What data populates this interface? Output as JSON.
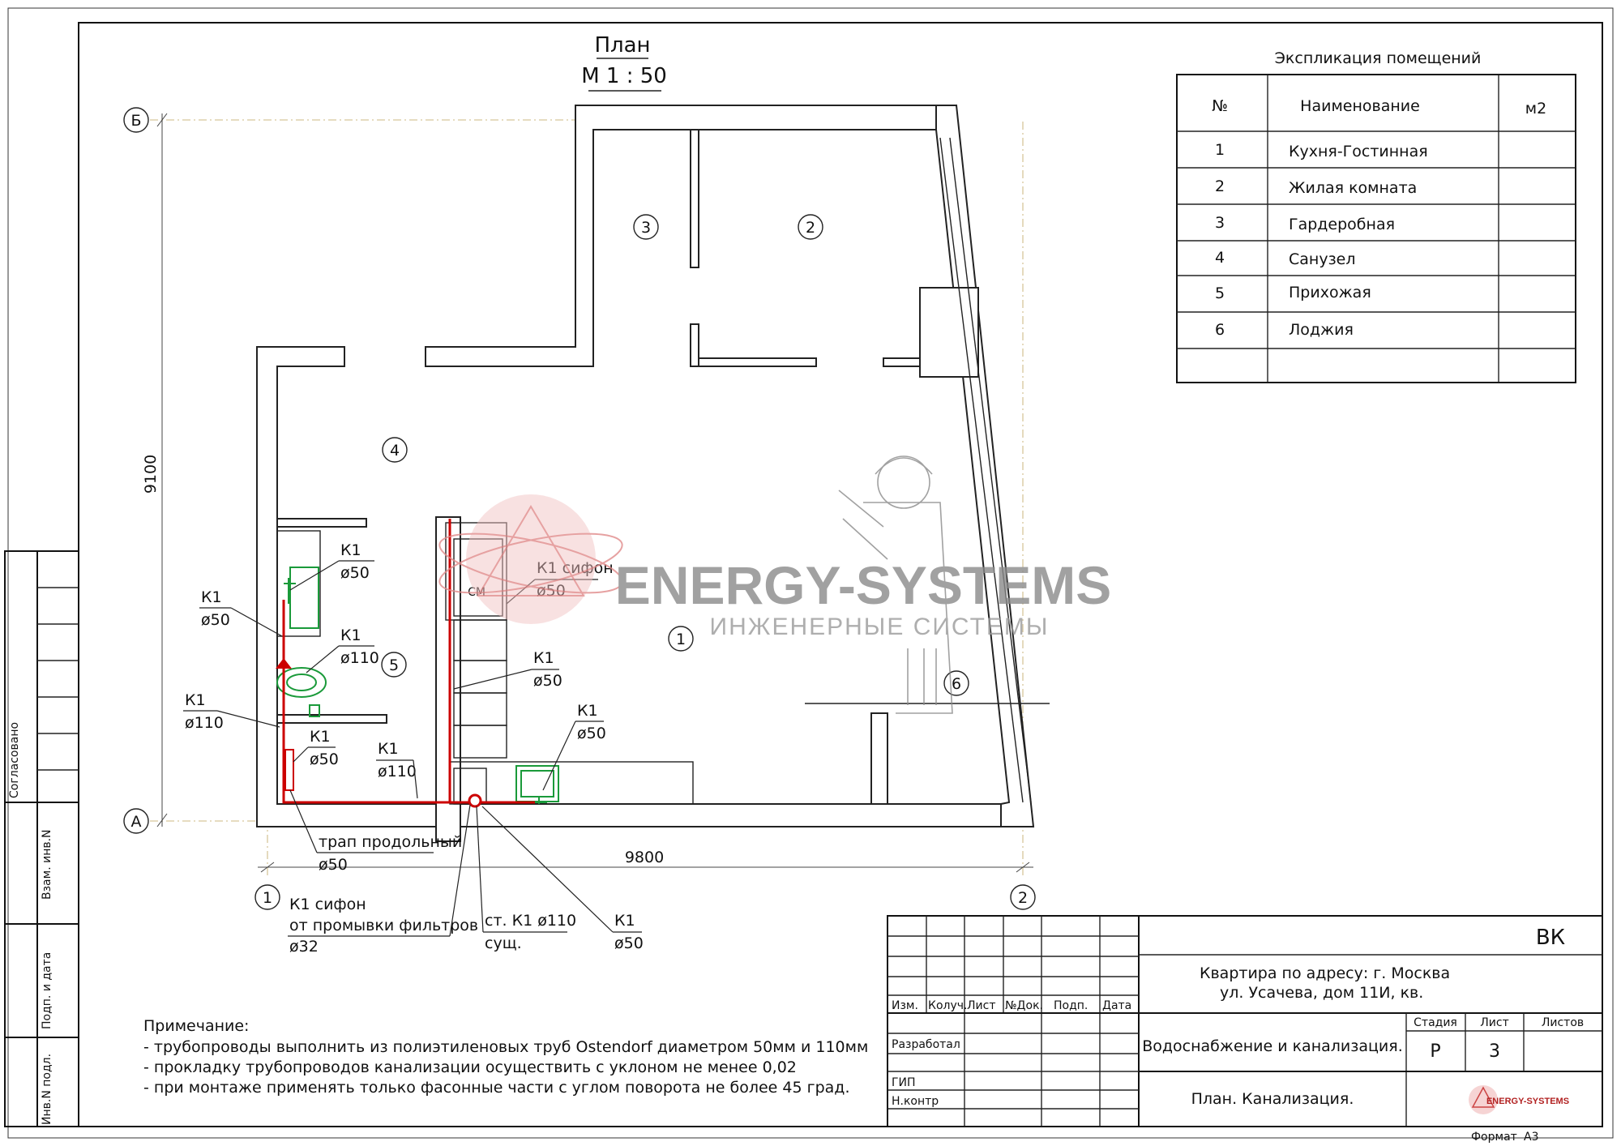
{
  "plan_title": {
    "line1": "План",
    "line2": "М 1 : 50"
  },
  "axes": {
    "a": "А",
    "b": "Б",
    "one": "1",
    "two": "2"
  },
  "dimensions": {
    "width": "9800",
    "height": "9100"
  },
  "rooms": [
    {
      "number": "1",
      "name": "Кухня-Гостинная"
    },
    {
      "number": "2",
      "name": "Жилая комната"
    },
    {
      "number": "3",
      "name": "Гардеробная"
    },
    {
      "number": "4",
      "name": "Санузел"
    },
    {
      "number": "5",
      "name": "Прихожая"
    },
    {
      "number": "6",
      "name": "Лоджия"
    }
  ],
  "explication": {
    "title": "Экспликация помещений",
    "col_no": "№",
    "col_name": "Наименование",
    "col_area": "м2"
  },
  "pipe_labels": {
    "k1": "К1",
    "d50": "ø50",
    "d110": "ø110",
    "d32": "ø32",
    "k1_siphon": "К1 сифон",
    "cm": "СМ",
    "trap_line1": "трап продольный",
    "siphon_filters_line1": "К1  сифон",
    "siphon_filters_line2": "от промывки фильтров",
    "riser_line1": "ст. К1  ø110",
    "riser_line2": "сущ."
  },
  "notes": {
    "heading": "Примечание:",
    "items": [
      "- трубопроводы выполнить из полиэтиленовых труб Ostendorf диаметром 50мм и 110мм",
      "- прокладку трубопроводов канализации осуществить с уклоном не менее 0,02",
      "- при монтаже применять только фасонные части с углом поворота не более 45 град."
    ]
  },
  "watermark": {
    "brand": "ENERGY-SYSTEMS",
    "subtitle": "ИНЖЕНЕРНЫЕ СИСТЕМЫ"
  },
  "stamp": {
    "code": "ВК",
    "address_line1": "Квартира по адресу:  г. Москва",
    "address_line2": "ул. Усачева, дом 11И, кв.",
    "col_izm": "Изм.",
    "col_koluch": "Колуч.",
    "col_list": "Лист",
    "col_ndok": "№Док.",
    "col_podp": "Подп.",
    "col_data": "Дата",
    "row_razrabotal": "Разработал",
    "row_gip": "ГИП",
    "row_nkontr": "Н.контр",
    "project_title": "Водоснабжение и канализация.",
    "sheet_title": "План. Канализация.",
    "stadia_label": "Стадия",
    "list_label": "Лист",
    "listov_label": "Листов",
    "stadia": "Р",
    "list": "3",
    "listov": "",
    "logo_text": "ENERGY-SYSTEMS",
    "format_label": "Формат",
    "format_value": "А3"
  },
  "side_stamp": {
    "soglasovano": "Согласовано",
    "vzam_inv": "Взам. инв.N",
    "podp_data": "Подп. и дата",
    "inv_podl": "Инв.N подл."
  },
  "colors": {
    "pipe": "#cc0000",
    "fixture": "#1a9a3a",
    "axis": "#d7c79a",
    "watermark": "#8a8a8a"
  }
}
